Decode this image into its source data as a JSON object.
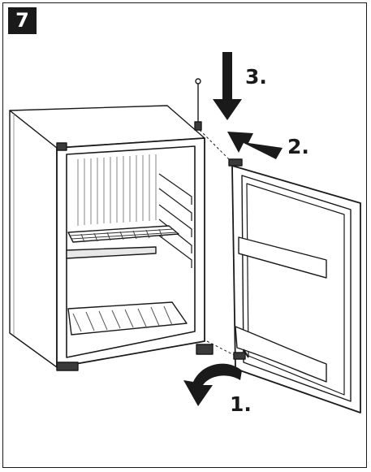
{
  "step": {
    "number": "7"
  },
  "steps": [
    {
      "label": "1.",
      "action": "rotate-door-open"
    },
    {
      "label": "2.",
      "action": "slide-door-out"
    },
    {
      "label": "3.",
      "action": "press-hinge-pin-down"
    }
  ],
  "colors": {
    "line": "#1a1a1a",
    "dark_fill": "#3a3a3a",
    "gray": "#9a9a9a",
    "light": "#e8e8e8"
  },
  "icons": [
    "curved-arrow-icon",
    "straight-arrow-icon",
    "hinge-pin-icon"
  ]
}
